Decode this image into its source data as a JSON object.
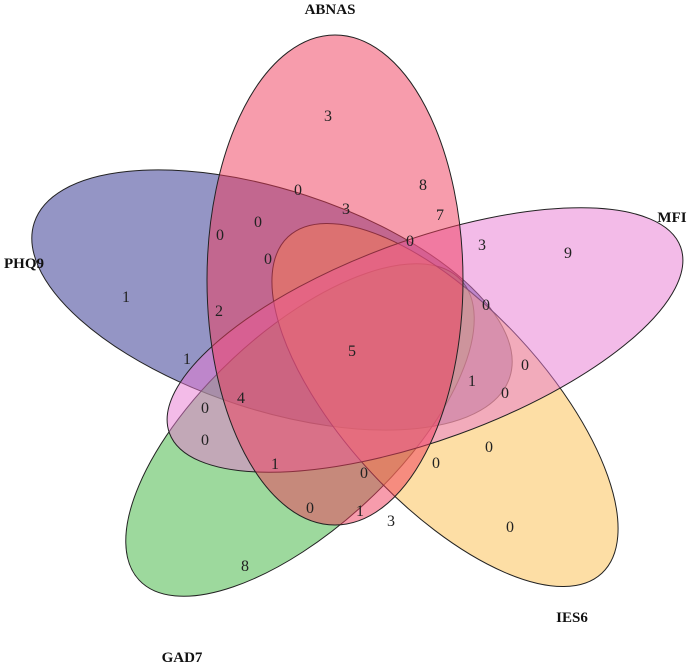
{
  "sets": [
    {
      "key": "abnas",
      "name": "ABNAS",
      "color": "#f03a5a"
    },
    {
      "key": "mfi",
      "name": "MFI",
      "color": "#e878d2"
    },
    {
      "key": "ies6",
      "name": "IES6",
      "color": "#fcbe4c"
    },
    {
      "key": "gad7",
      "name": "GAD7",
      "color": "#3cb43c"
    },
    {
      "key": "phq9",
      "name": "PHQ9",
      "color": "#2a2c8c"
    }
  ],
  "regions": [
    {
      "key": "abnas_only",
      "count": "3"
    },
    {
      "key": "mfi_only",
      "count": "9"
    },
    {
      "key": "phq9_only",
      "count": "1"
    },
    {
      "key": "gad7_only",
      "count": "8"
    },
    {
      "key": "ies6_only",
      "count": "0"
    },
    {
      "key": "all_five",
      "count": "5"
    },
    {
      "key": "r01",
      "count": "0"
    },
    {
      "key": "r02",
      "count": "8"
    },
    {
      "key": "r03",
      "count": "0"
    },
    {
      "key": "r04",
      "count": "3"
    },
    {
      "key": "r05",
      "count": "7"
    },
    {
      "key": "r06",
      "count": "0"
    },
    {
      "key": "r07",
      "count": "0"
    },
    {
      "key": "r08",
      "count": "0"
    },
    {
      "key": "r09",
      "count": "3"
    },
    {
      "key": "r10",
      "count": "2"
    },
    {
      "key": "r11",
      "count": "0"
    },
    {
      "key": "r12",
      "count": "1"
    },
    {
      "key": "r13",
      "count": "0"
    },
    {
      "key": "r14",
      "count": "1"
    },
    {
      "key": "r15",
      "count": "0"
    },
    {
      "key": "r16",
      "count": "4"
    },
    {
      "key": "r17",
      "count": "0"
    },
    {
      "key": "r18",
      "count": "0"
    },
    {
      "key": "r19",
      "count": "0"
    },
    {
      "key": "r20",
      "count": "1"
    },
    {
      "key": "r21",
      "count": "0"
    },
    {
      "key": "r22",
      "count": "0"
    },
    {
      "key": "r23",
      "count": "0"
    },
    {
      "key": "r24",
      "count": "1"
    },
    {
      "key": "r25",
      "count": "3"
    },
    {
      "key": "r26",
      "count": "0"
    }
  ]
}
